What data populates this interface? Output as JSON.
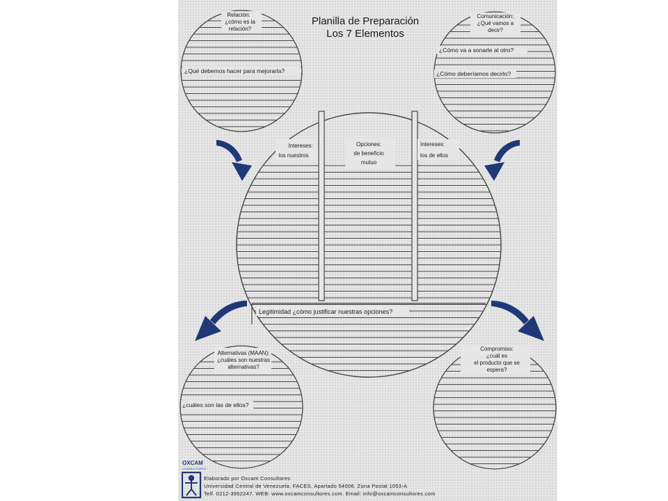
{
  "title": {
    "line1": "Planilla de Preparación",
    "line2": "Los 7 Elementos"
  },
  "relacion": {
    "label": [
      "Relación:",
      "¿cómo es la",
      "relación?"
    ],
    "question": "¿Qué debemos hacer para mejorarla?"
  },
  "comunicacion": {
    "label": [
      "Comunicación:",
      "¿Qué vamos a",
      "decir?"
    ],
    "q1": "¿Cómo va a sonarle al otro?",
    "q2": "¿Cómo deberíamos decirlo?"
  },
  "intereses_nuestros": {
    "title": "Intereses:",
    "sub": "los nuestros"
  },
  "opciones": {
    "title": "Opciones:",
    "sub1": "de beneficio",
    "sub2": "mutuo"
  },
  "intereses_ellos": {
    "title": "Intereses:",
    "sub": "los de ellos"
  },
  "legitimidad": {
    "question": "Legitimidad ¿cómo justificar nuestras opciones?"
  },
  "alternativas": {
    "label": [
      "Alternativas (MAAN):",
      "¿cuáles son nuestras",
      "alternativas?"
    ],
    "question": "¿cuáles son las de ellos?"
  },
  "compromiso": {
    "label": [
      "Compromiso:",
      "¿cuál es",
      "el producto que se",
      "espera?"
    ]
  },
  "logo": {
    "name": "OXCAM",
    "sub": "CONSULTORES"
  },
  "footer": {
    "line1": "Elaborado por Oxcam Consultores",
    "line2": "Universidad Central de Venezuela. FACES. Apartado 54006. Zona Postal 1053-A",
    "line3": "Telf. 0212-3952247. WEB: www.oxcamconsultores.com. Email: info@oxcamconsultores.com"
  },
  "colors": {
    "arrow": "#1f3878",
    "line": "#444444",
    "logo": "#1f3878"
  }
}
